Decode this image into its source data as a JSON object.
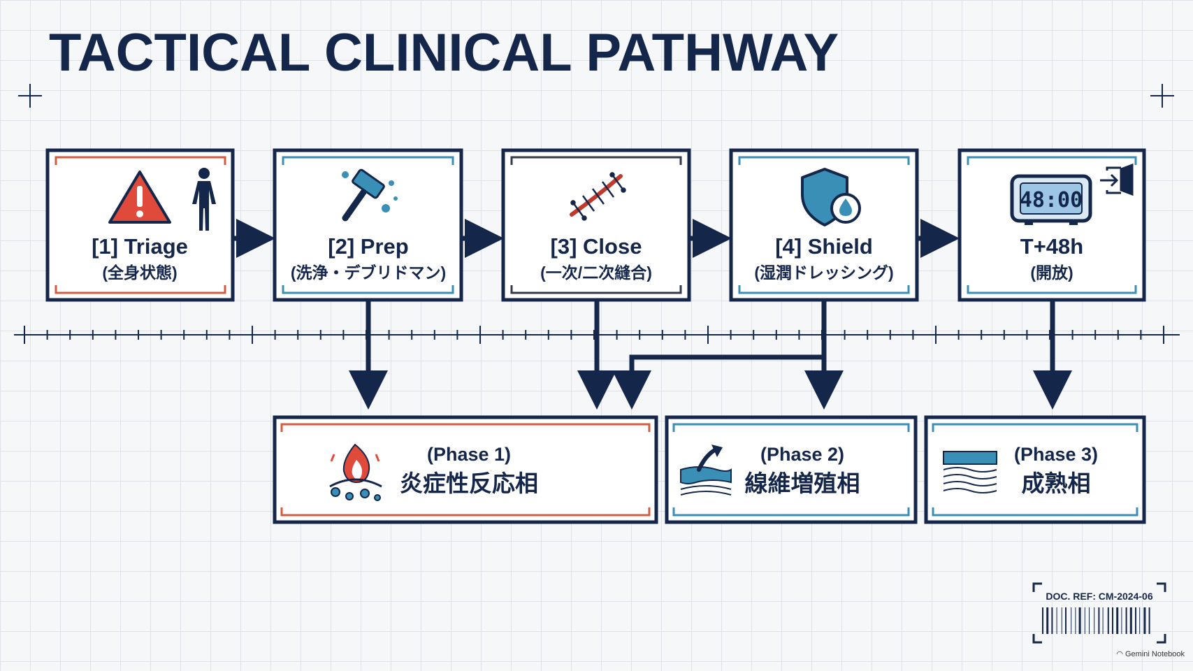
{
  "title": "TACTICAL CLINICAL PATHWAY",
  "steps": [
    {
      "main": "[1] Triage",
      "sub": "(全身状態)"
    },
    {
      "main": "[2] Prep",
      "sub": "(洗浄・デブリドマン)"
    },
    {
      "main": "[3] Close",
      "sub": "(一次/二次縫合)"
    },
    {
      "main": "[4] Shield",
      "sub": "(湿潤ドレッシング)"
    },
    {
      "main": "T+48h",
      "sub": "(開放)"
    }
  ],
  "phases": [
    {
      "name": "(Phase 1)",
      "jp": "炎症性反応相"
    },
    {
      "name": "(Phase 2)",
      "jp": "線維増殖相"
    },
    {
      "name": "(Phase 3)",
      "jp": "成熟相"
    }
  ],
  "timer": "48:00",
  "doc_ref": "DOC. REF: CM-2024-06",
  "brand": "Gemini Notebook",
  "icons": {
    "triage": "warning-triangle-icon",
    "body": "human-body-icon",
    "prep": "scrub-brush-icon",
    "close": "suture-icon",
    "shield": "shield-drop-icon",
    "timer": "digital-clock-icon",
    "exit": "exit-door-icon",
    "phase1": "fire-inflammation-icon",
    "phase2": "fibrous-tissue-icon",
    "phase3": "layered-tissue-icon",
    "barcode": "barcode-icon"
  },
  "colors": {
    "navy": "#14264a",
    "red_accent": "#d35c3f",
    "blue_accent": "#3a8fb7",
    "dark_accent": "#333a48",
    "warning_red": "#e04a3a"
  }
}
